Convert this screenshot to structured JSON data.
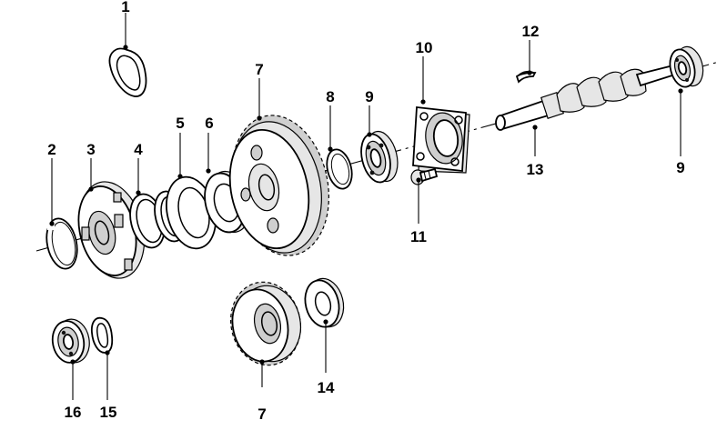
{
  "callouts": {
    "c1": "1",
    "c2": "2",
    "c3": "3",
    "c4": "4",
    "c5": "5",
    "c6": "6",
    "c7a": "7",
    "c7b": "7",
    "c8": "8",
    "c9a": "9",
    "c9b": "9",
    "c10": "10",
    "c11": "11",
    "c12": "12",
    "c13": "13",
    "c14": "14",
    "c15": "15",
    "c16": "16"
  }
}
